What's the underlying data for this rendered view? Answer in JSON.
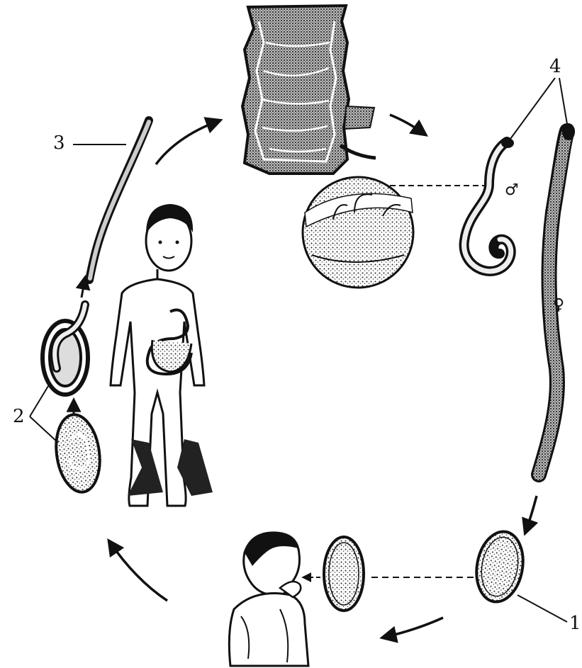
{
  "labels": {
    "egg": "1",
    "larva_in_egg": "2",
    "larva": "3",
    "adults": "4"
  },
  "symbols": {
    "male": "♂",
    "female": "♀"
  },
  "colors": {
    "ink": "#111111",
    "paper": "#ffffff",
    "stipple": "#555555"
  },
  "icons": [
    "intestine-illustration",
    "magnifier-circle",
    "male-worm",
    "female-worm",
    "egg",
    "larva-egg",
    "larva",
    "child-figure",
    "child-mouth"
  ]
}
